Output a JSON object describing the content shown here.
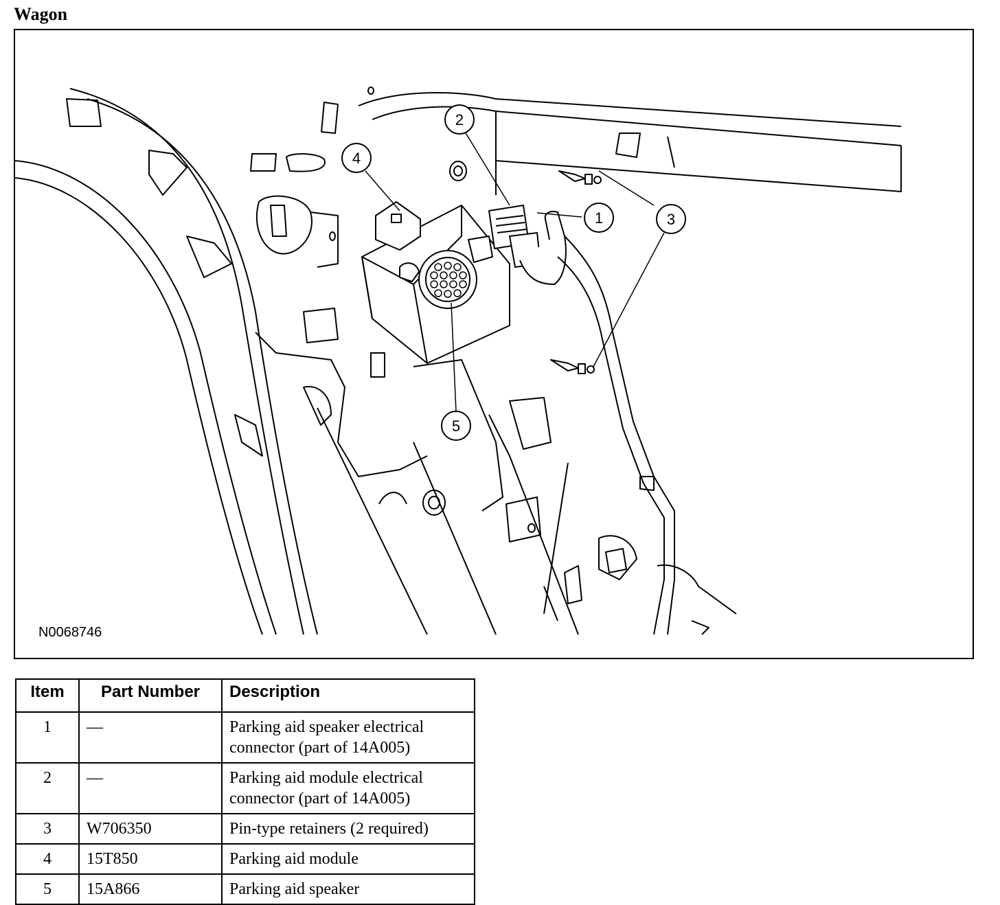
{
  "page_title": "Wagon",
  "figure": {
    "id": "N0068746",
    "callouts": [
      "1",
      "2",
      "3",
      "4",
      "5"
    ]
  },
  "parts_table": {
    "headers": {
      "item": "Item",
      "part_number": "Part Number",
      "description": "Description"
    },
    "rows": [
      {
        "item": "1",
        "part_number": "—",
        "description": "Parking aid speaker electrical connector (part of 14A005)"
      },
      {
        "item": "2",
        "part_number": "—",
        "description": "Parking aid module electrical connector (part of 14A005)"
      },
      {
        "item": "3",
        "part_number": "W706350",
        "description": "Pin-type retainers (2 required)"
      },
      {
        "item": "4",
        "part_number": "15T850",
        "description": "Parking aid module"
      },
      {
        "item": "5",
        "part_number": "15A866",
        "description": "Parking aid speaker"
      }
    ]
  }
}
